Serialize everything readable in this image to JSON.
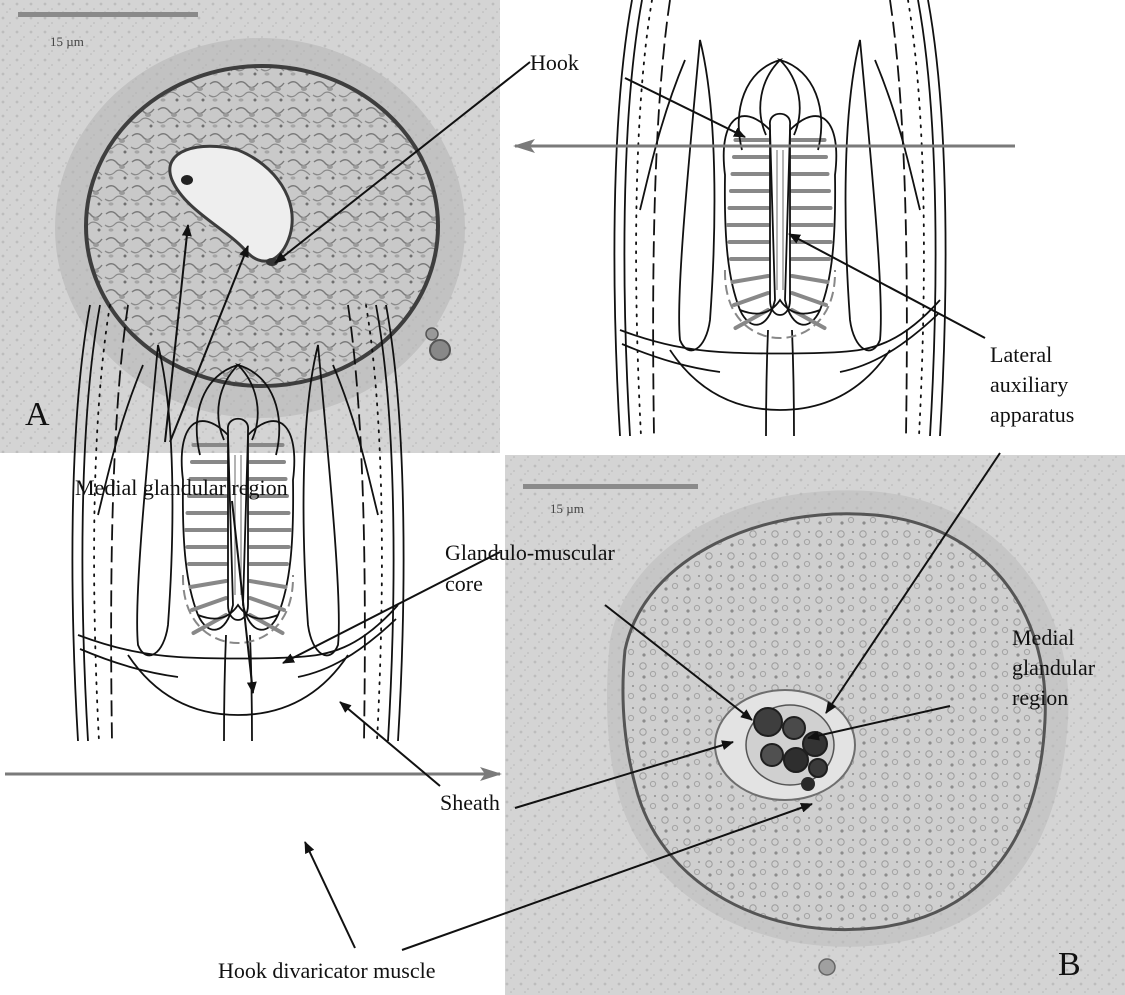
{
  "panels": {
    "a": {
      "letter": "A",
      "scale_text": "15 µm"
    },
    "b": {
      "letter": "B",
      "scale_text": "15 µm"
    }
  },
  "labels": {
    "hook": "Hook",
    "lateral_1": "Lateral",
    "lateral_2": "auxiliary",
    "lateral_3": "apparatus",
    "medial_glandular_region": "Medial glandular region",
    "gm_core_1": "Glandulo-muscular",
    "gm_core_2": "core",
    "medial_b_1": "Medial",
    "medial_b_2": "glandular",
    "medial_b_3": "region",
    "sheath": "Sheath",
    "hook_divaricator": "Hook divaricator muscle"
  },
  "colors": {
    "micrograph_bg": "#d2d2d2",
    "cell_fill": "#bdbdbd",
    "cuticle": "#4a4a4a",
    "section_arrow": "#7a7a7a",
    "muscle_fibre": "#888888"
  }
}
